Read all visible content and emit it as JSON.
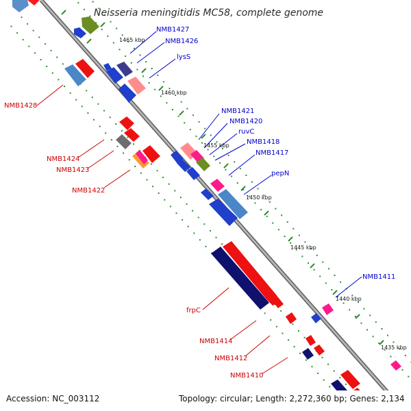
{
  "title": "Neisseria meningitidis MC58, complete genome",
  "footer": {
    "accession": "Accession: NC_003112",
    "summary": "Topology: circular; Length: 2,272,360 bp; Genes: 2,134"
  },
  "colors": {
    "forward_label": "#0000cc",
    "reverse_label": "#cc0000",
    "backbone": "#888888",
    "tick": "#2e8b2e"
  },
  "kbp_marks": [
    "1465 kbp",
    "1460 kbp",
    "1455 kbp",
    "1450 kbp",
    "1445 kbp",
    "1440 kbp",
    "1435 kbp"
  ],
  "forward_labels": [
    "NMB1427",
    "NMB1426",
    "lysS",
    "NMB1421",
    "NMB1420",
    "ruvC",
    "NMB1418",
    "NMB1417",
    "pepN",
    "NMB1411"
  ],
  "reverse_labels": [
    "NMB1428",
    "NMB1424",
    "NMB1423",
    "NMB1422",
    "frpC",
    "NMB1414",
    "NMB1412",
    "NMB1410"
  ]
}
